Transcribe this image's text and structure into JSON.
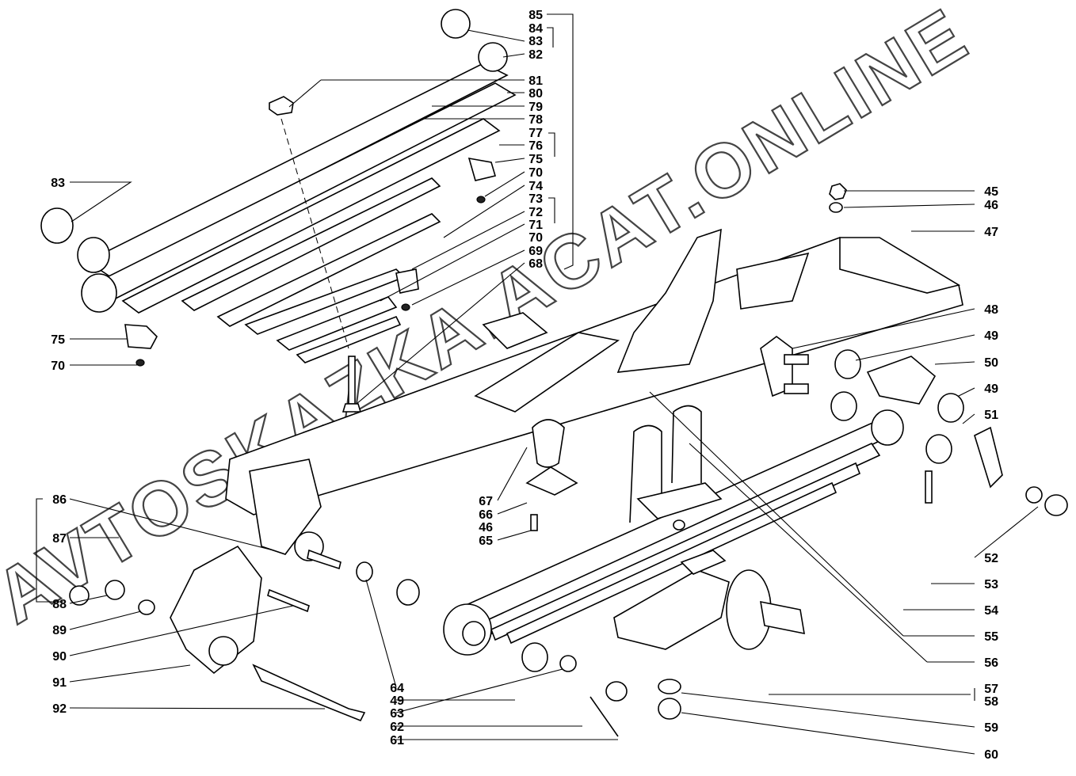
{
  "watermark": "AVTOSKAZKA.ACAT.ONLINE",
  "callouts": {
    "top": [
      "85",
      "84",
      "83",
      "82",
      "81",
      "80",
      "79",
      "78",
      "77",
      "76",
      "75",
      "70",
      "74",
      "73",
      "72",
      "71",
      "70",
      "69",
      "68"
    ],
    "right": [
      "45",
      "46",
      "47",
      "48",
      "49",
      "50",
      "49",
      "51",
      "52",
      "53",
      "54",
      "55",
      "56",
      "57",
      "58",
      "59",
      "60"
    ],
    "left": [
      "83",
      "75",
      "70",
      "86",
      "87",
      "88",
      "89",
      "90",
      "91",
      "92"
    ],
    "middle": [
      "67",
      "66",
      "46",
      "65"
    ],
    "bottom": [
      "64",
      "49",
      "63",
      "62",
      "61"
    ]
  }
}
